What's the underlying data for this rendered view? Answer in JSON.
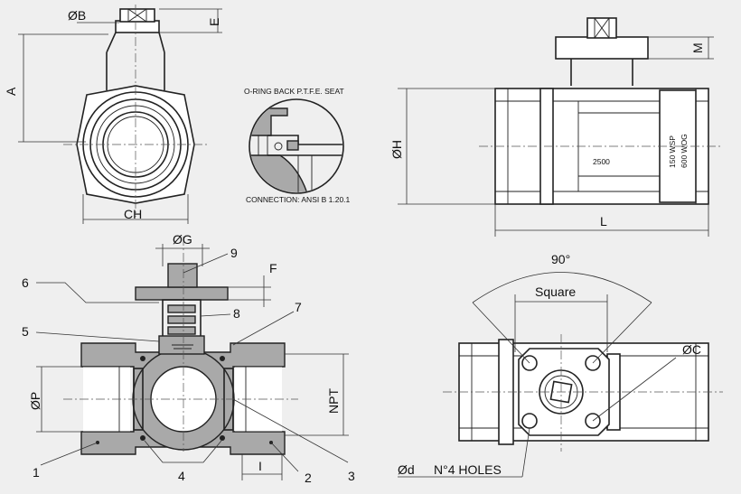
{
  "top_left_view": {
    "dim_b": "ØB",
    "dim_e": "E",
    "dim_a": "A",
    "dim_ch": "CH"
  },
  "detail_view": {
    "note_seat": "O-RING BACK P.T.F.E. SEAT",
    "note_connection": "CONNECTION: ANSI B 1.20.1"
  },
  "top_right_view": {
    "dim_m": "M",
    "dim_h": "ØH",
    "dim_l": "L",
    "body_marking_1": "2500",
    "body_marking_2": "150 WSP",
    "body_marking_3": "600 WOG"
  },
  "section_view": {
    "dim_g": "ØG",
    "dim_f": "F",
    "dim_p": "ØP",
    "dim_npt": "NPT",
    "dim_i": "I",
    "part_1": "1",
    "part_2": "2",
    "part_3": "3",
    "part_4": "4",
    "part_5": "5",
    "part_6": "6",
    "part_7": "7",
    "part_8": "8",
    "part_9": "9"
  },
  "bottom_right_view": {
    "angle": "90°",
    "dim_square": "Square",
    "dim_c": "ØC",
    "dim_d": "Ød",
    "holes_note": "N°4 HOLES"
  },
  "colors": {
    "background": "#efefef",
    "lines": "#222222",
    "part_fill": "#a9a9a9"
  }
}
